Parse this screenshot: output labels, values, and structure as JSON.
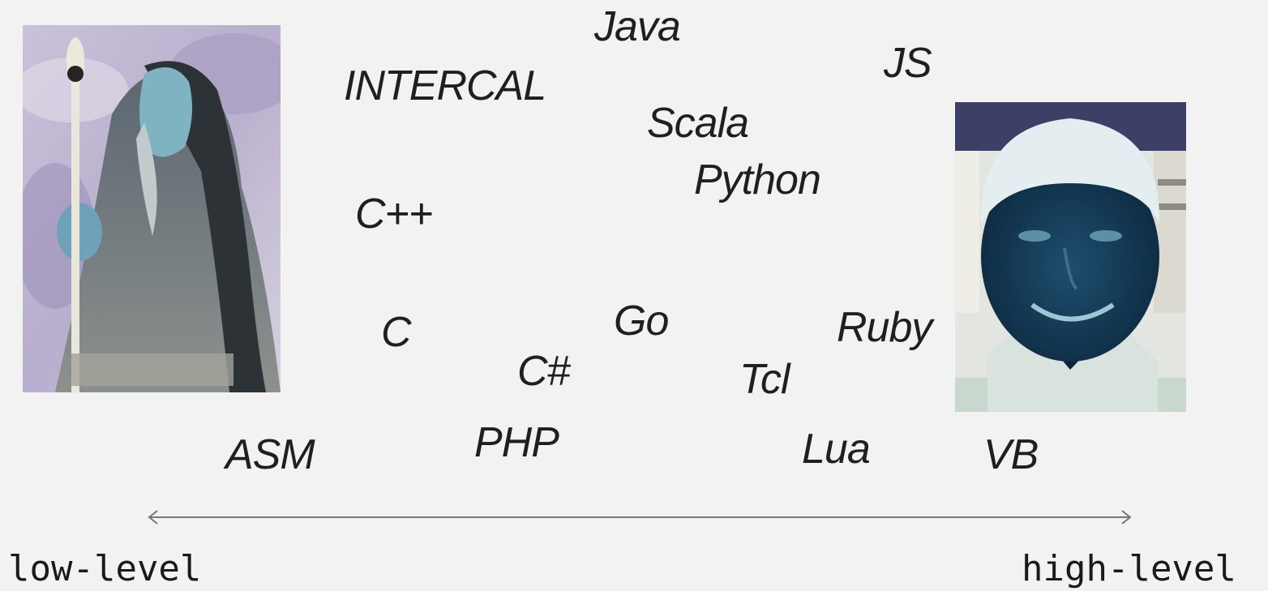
{
  "languages": {
    "java": "Java",
    "js": "JS",
    "intercal": "INTERCAL",
    "scala": "Scala",
    "python": "Python",
    "cpp": "C++",
    "c": "C",
    "go": "Go",
    "ruby": "Ruby",
    "csharp": "C#",
    "tcl": "Tcl",
    "php": "PHP",
    "asm": "ASM",
    "lua": "Lua",
    "vb": "VB"
  },
  "axis": {
    "left_label": "low-level",
    "right_label": "high-level",
    "arrow_color": "#777777"
  },
  "images": {
    "left": "inverted-wizard-photo",
    "right": "inverted-face-photo"
  }
}
